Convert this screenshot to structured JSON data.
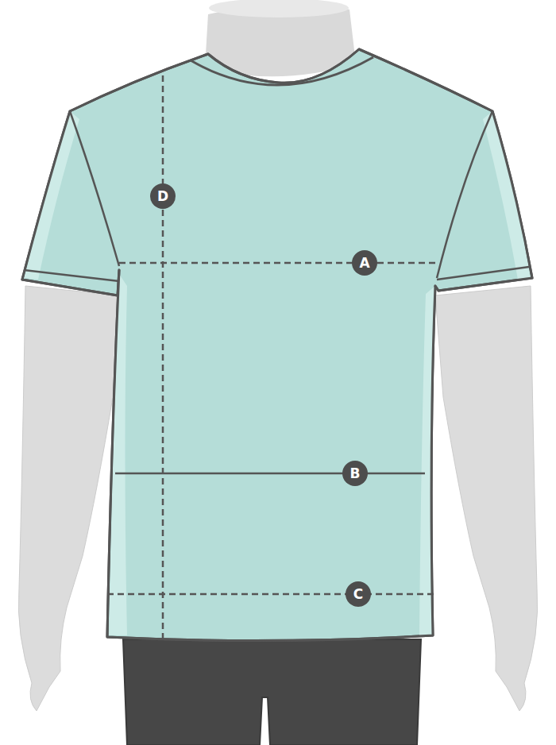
{
  "diagram": {
    "nodes": [
      {
        "text": [
          "D"
        ]
      },
      {
        "text": [
          "A"
        ]
      },
      {
        "text": [
          "B"
        ]
      },
      {
        "text": [
          "C"
        ]
      }
    ]
  }
}
